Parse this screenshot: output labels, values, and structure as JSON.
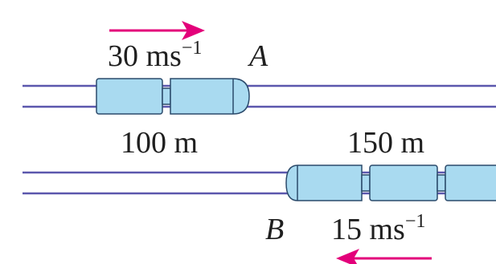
{
  "colors": {
    "track": "#5b57ad",
    "carriage_fill": "#a9daf0",
    "carriage_stroke": "#2b4a6b",
    "arrow": "#e3007a",
    "text": "#1f1f1f"
  },
  "train_a": {
    "speed_value": "30 ms",
    "speed_exponent": "−1",
    "label": "A",
    "length": "100 m"
  },
  "train_b": {
    "speed_value": "15 ms",
    "speed_exponent": "−1",
    "label": "B",
    "length": "150 m"
  }
}
